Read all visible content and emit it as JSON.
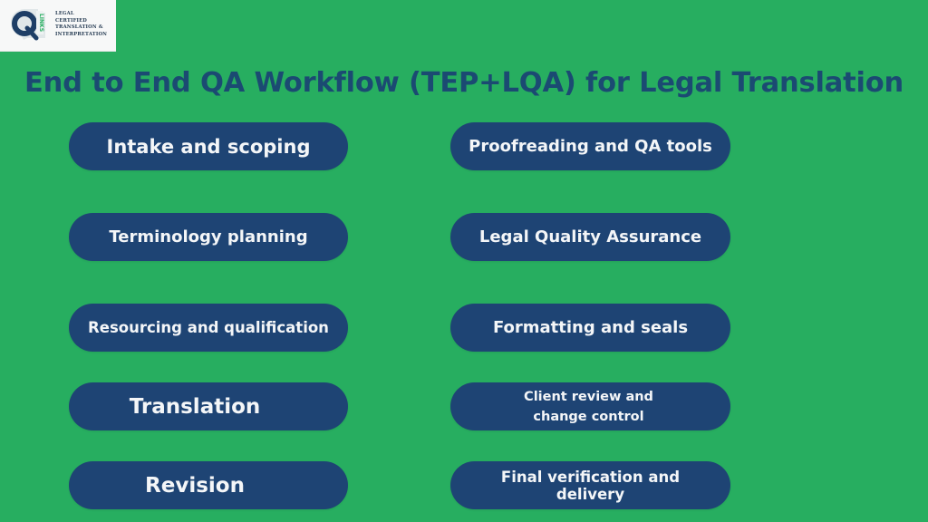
{
  "logo": {
    "mark_letter": "Q",
    "mark_side_text": "LINKS",
    "lines": [
      "Legal",
      "Certified",
      "Translation &",
      "Interpretation"
    ],
    "colors": {
      "navy": "#1E3E66",
      "green": "#27AE60"
    }
  },
  "title": "End to End QA Workflow (TEP+LQA) for Legal Translation",
  "colors": {
    "background": "#27AE60",
    "title": "#1B4A72",
    "pill": "#1E4474",
    "pill_text": "#F4F6F8"
  },
  "steps": {
    "left": [
      {
        "label": "Intake and scoping"
      },
      {
        "label": "Terminology planning"
      },
      {
        "label": "Resourcing and qualification"
      },
      {
        "label": "Translation"
      },
      {
        "label": "Revision"
      }
    ],
    "right": [
      {
        "label": "Proofreading and QA tools"
      },
      {
        "label": "Legal Quality Assurance"
      },
      {
        "label": "Formatting and seals"
      },
      {
        "label": "Client review and change control"
      },
      {
        "label": "Final verification and delivery"
      }
    ]
  }
}
